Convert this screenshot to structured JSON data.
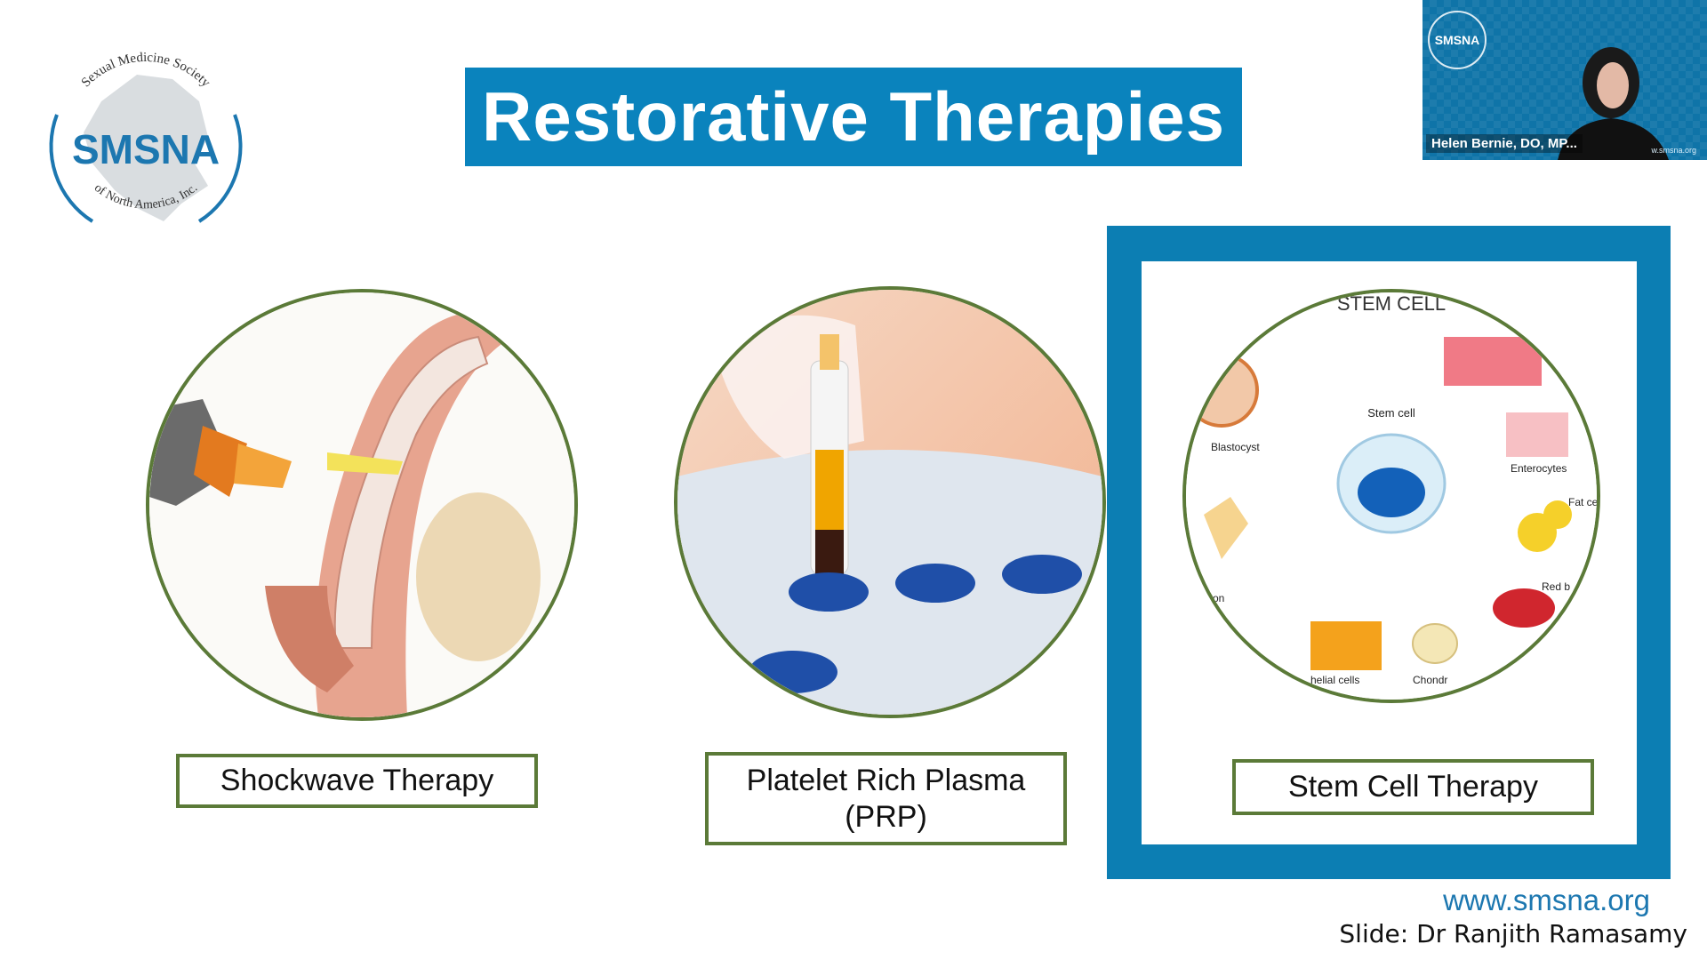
{
  "logo": {
    "arc_top": "Sexual Medicine Society",
    "name": "SMSNA",
    "arc_bottom": "of North America, Inc."
  },
  "title": "Restorative Therapies",
  "video": {
    "logo_text": "SMSNA",
    "speaker_name": "Helen Bernie, DO, MP...",
    "url": "w.smsna.org"
  },
  "therapies": [
    {
      "label": "Shockwave Therapy"
    },
    {
      "label_line1": "Platelet Rich Plasma",
      "label_line2": "(PRP)"
    },
    {
      "label": "Stem Cell Therapy",
      "diagram": {
        "title": "STEM CELL",
        "center": "Stem cell",
        "blastocyst": "Blastocyst",
        "enterocytes": "Enterocytes",
        "fat": "Fat cell",
        "red": "Red b",
        "neuron": "ron",
        "epithelial": "helial cells",
        "chondro": "Chondr"
      }
    }
  ],
  "footer": {
    "url": "www.smsna.org",
    "credit": "Slide: Dr Ranjith Ramasamy"
  },
  "colors": {
    "brand_blue": "#0a83bd",
    "circle_green": "#5b7a38"
  },
  "icons": [
    "smsna-logo",
    "shockwave-illustration",
    "prp-tube-image",
    "stem-cell-diagram",
    "speaker-video"
  ]
}
